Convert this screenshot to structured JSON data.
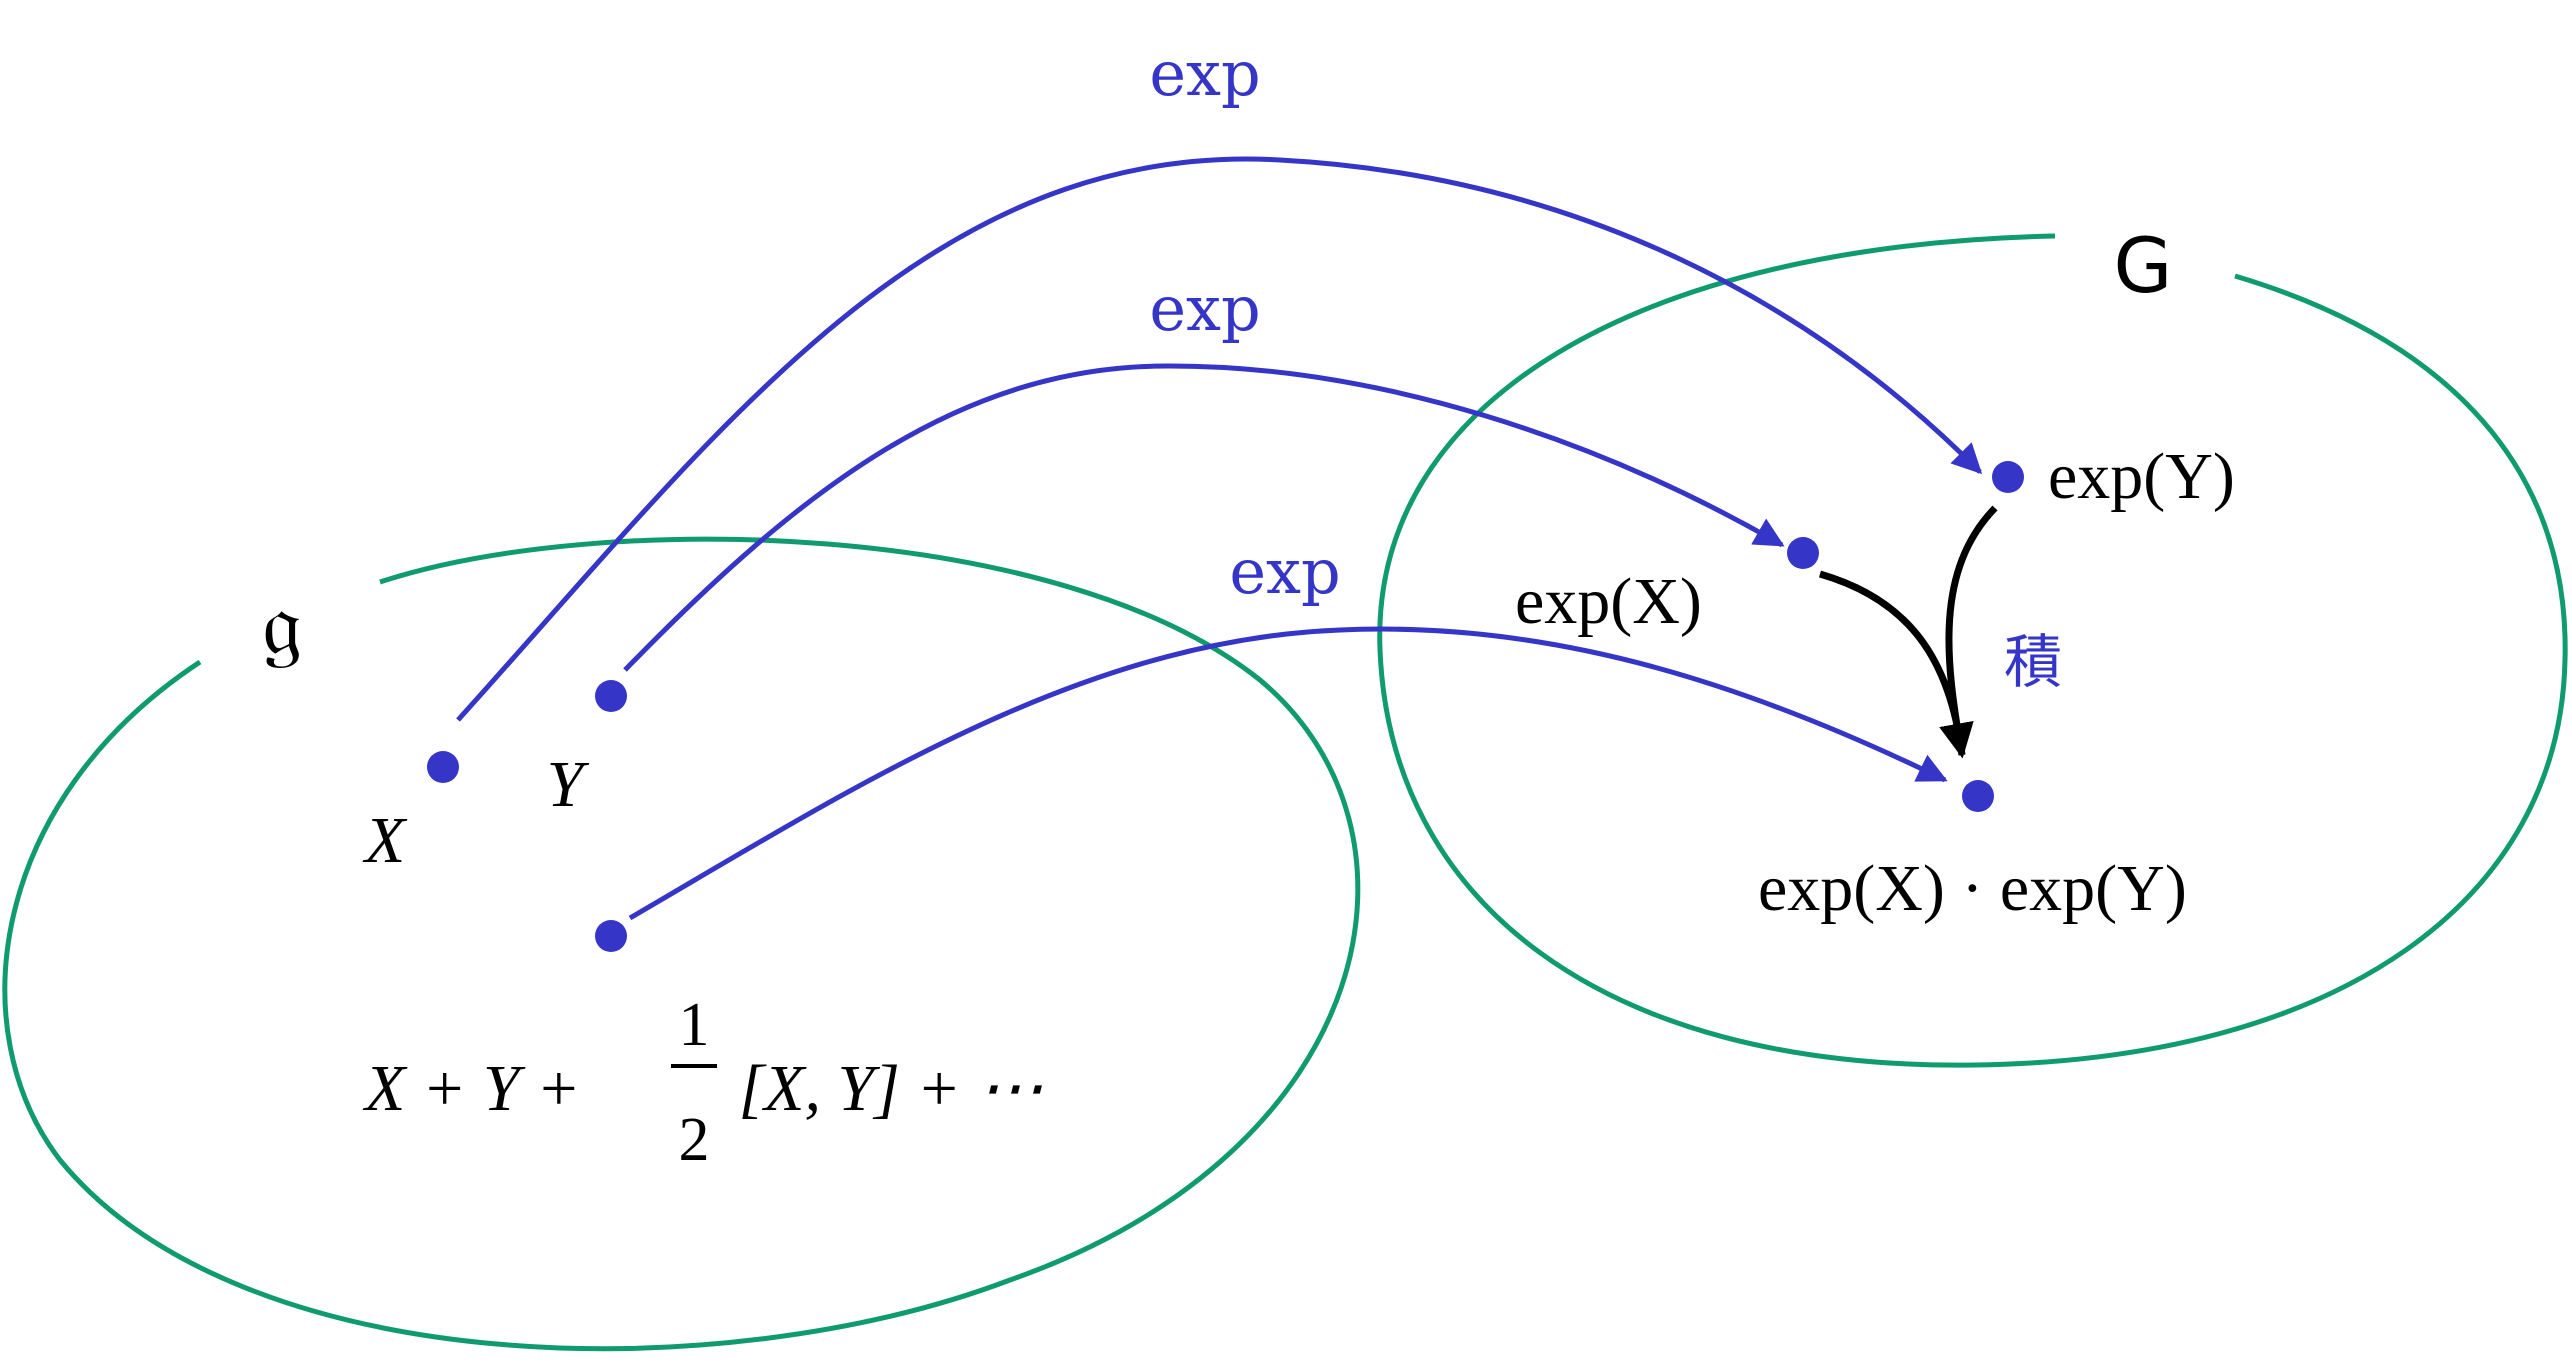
{
  "colors": {
    "set_outline": "#0f9b6e",
    "map": "#3535c8",
    "product": "#000000",
    "text": "#000000"
  },
  "sets": {
    "lie_algebra_label": "𝔤",
    "lie_group_label": "G"
  },
  "points": {
    "x": "X",
    "y": "Y",
    "bch": {
      "part1": "X + Y + ",
      "frac_num": "1",
      "frac_den": "2",
      "part2": " [X, Y] + ⋯"
    },
    "exp_x": "exp(X)",
    "exp_y": "exp(Y)",
    "exp_product": "exp(X) · exp(Y)"
  },
  "arrows": {
    "exp_top": "exp",
    "exp_middle": "exp",
    "exp_bottom": "exp",
    "product": "積"
  }
}
